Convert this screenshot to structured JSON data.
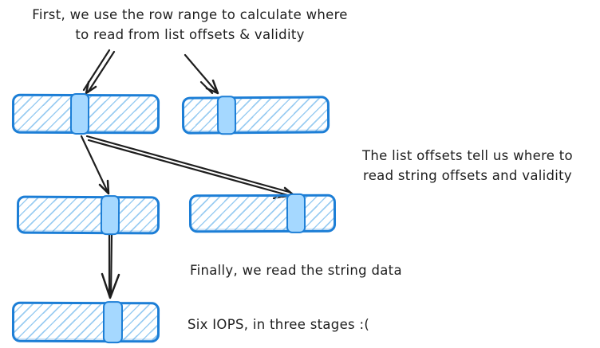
{
  "diagram": {
    "colors": {
      "background": "#ffffff",
      "ink": "#1e1e1e",
      "accent": "#1c7ed6",
      "hatch": "#9bcdf2",
      "highlight": "#a5d8ff"
    },
    "captions": {
      "step1_line1": "First, we use the row range to calculate where",
      "step1_line2": "to read from list offsets & validity",
      "step2_line1": "The list offsets tell us where to",
      "step2_line2": "read string offsets and validity",
      "step3": "Finally, we read the string data",
      "summary": "Six IOPS, in three stages :("
    }
  }
}
